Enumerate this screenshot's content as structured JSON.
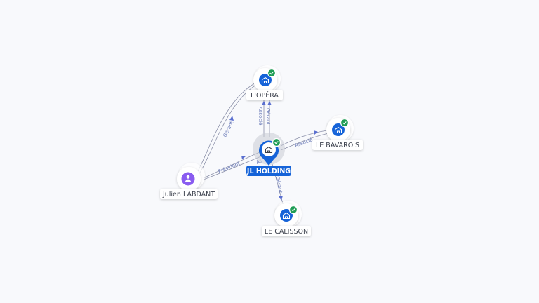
{
  "colors": {
    "background": "#f8f9fc",
    "company_blue": "#1563d8",
    "person_purple": "#8a5cf0",
    "verified_green": "#1f9d55",
    "edge": "#8a8fa8",
    "edge_label": "#6b7bb8",
    "main_label_bg": "#1563d8"
  },
  "nodes": {
    "jl_holding": {
      "label": "JL HOLDING",
      "icon": "building-icon",
      "verified": true
    },
    "lopera": {
      "label": "L'OPÉRA",
      "icon": "building-icon",
      "verified": true
    },
    "le_bavarois": {
      "label": "LE BAVAROIS",
      "icon": "building-icon",
      "verified": true
    },
    "le_calisson": {
      "label": "LE CALISSON",
      "icon": "building-icon",
      "verified": true
    },
    "julien_labdant": {
      "label": "Julien LABDANT",
      "icon": "person-icon",
      "verified": false
    }
  },
  "edges": {
    "person_lopera": {
      "label": "Gérant"
    },
    "person_holding": {
      "label": "Président"
    },
    "holding_lopera_1": {
      "label": "Gérant"
    },
    "holding_lopera_2": {
      "label": "Associé"
    },
    "holding_bavarois": {
      "label": "Associé"
    },
    "holding_calisson": {
      "label": "Gérant"
    },
    "holding_partial": {
      "label": "As"
    }
  }
}
